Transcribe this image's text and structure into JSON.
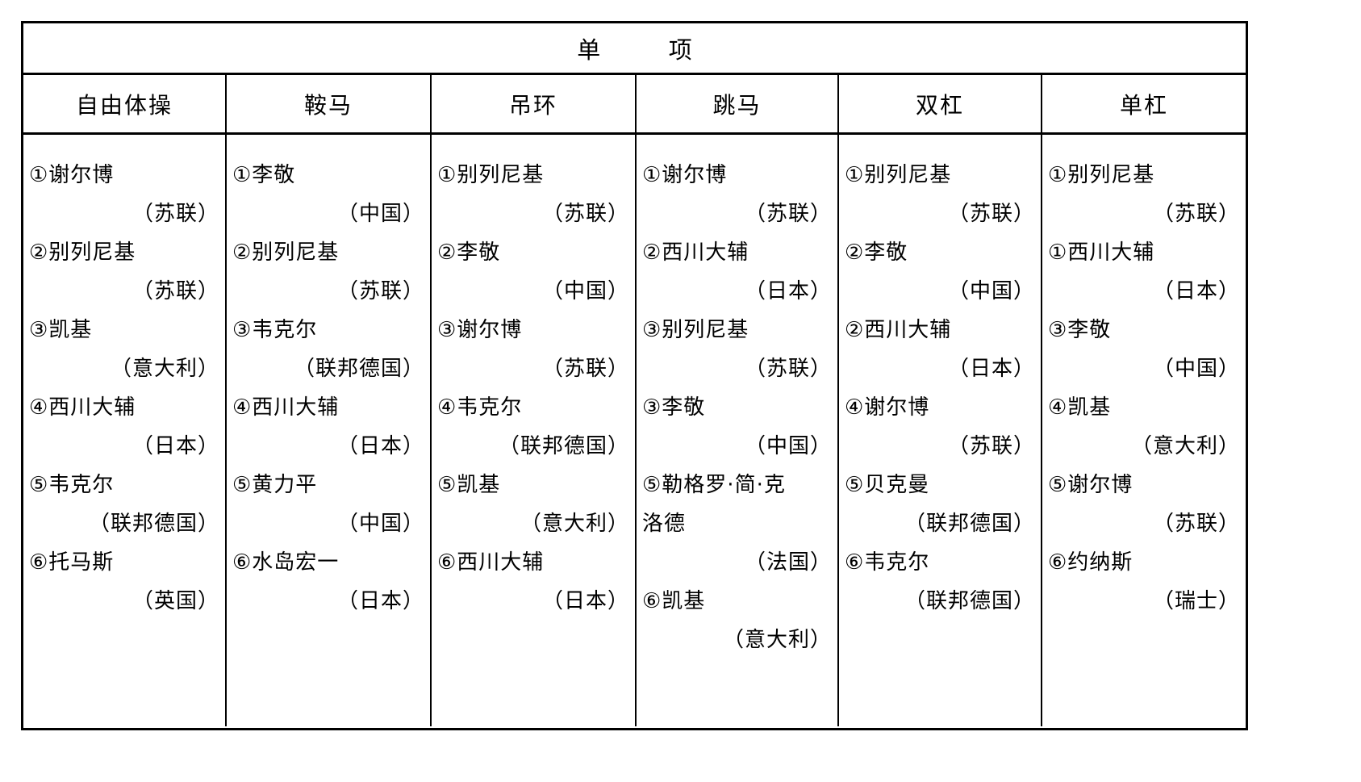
{
  "table": {
    "title": "单  项",
    "columns": [
      {
        "header": "自由体操",
        "entries": [
          {
            "rank": "①",
            "name": "谢尔博",
            "name2": "",
            "country": "（苏联）"
          },
          {
            "rank": "②",
            "name": "别列尼基",
            "name2": "",
            "country": "（苏联）"
          },
          {
            "rank": "③",
            "name": "凯基",
            "name2": "",
            "country": "（意大利）"
          },
          {
            "rank": "④",
            "name": "西川大辅",
            "name2": "",
            "country": "（日本）"
          },
          {
            "rank": "⑤",
            "name": "韦克尔",
            "name2": "",
            "country": "（联邦德国）"
          },
          {
            "rank": "⑥",
            "name": "托马斯",
            "name2": "",
            "country": "（英国）"
          }
        ]
      },
      {
        "header": "鞍马",
        "entries": [
          {
            "rank": "①",
            "name": "李敬",
            "name2": "",
            "country": "（中国）"
          },
          {
            "rank": "②",
            "name": "别列尼基",
            "name2": "",
            "country": "（苏联）"
          },
          {
            "rank": "③",
            "name": "韦克尔",
            "name2": "",
            "country": "（联邦德国）"
          },
          {
            "rank": "④",
            "name": "西川大辅",
            "name2": "",
            "country": "（日本）"
          },
          {
            "rank": "⑤",
            "name": "黄力平",
            "name2": "",
            "country": "（中国）"
          },
          {
            "rank": "⑥",
            "name": "水岛宏一",
            "name2": "",
            "country": "（日本）"
          }
        ]
      },
      {
        "header": "吊环",
        "entries": [
          {
            "rank": "①",
            "name": "别列尼基",
            "name2": "",
            "country": "（苏联）"
          },
          {
            "rank": "②",
            "name": "李敬",
            "name2": "",
            "country": "（中国）"
          },
          {
            "rank": "③",
            "name": "谢尔博",
            "name2": "",
            "country": "（苏联）"
          },
          {
            "rank": "④",
            "name": "韦克尔",
            "name2": "",
            "country": "（联邦德国）"
          },
          {
            "rank": "⑤",
            "name": "凯基",
            "name2": "",
            "country": "（意大利）"
          },
          {
            "rank": "⑥",
            "name": "西川大辅",
            "name2": "",
            "country": "（日本）"
          }
        ]
      },
      {
        "header": "跳马",
        "entries": [
          {
            "rank": "①",
            "name": "谢尔博",
            "name2": "",
            "country": "（苏联）"
          },
          {
            "rank": "②",
            "name": "西川大辅",
            "name2": "",
            "country": "（日本）"
          },
          {
            "rank": "③",
            "name": "别列尼基",
            "name2": "",
            "country": "（苏联）"
          },
          {
            "rank": "③",
            "name": "李敬",
            "name2": "",
            "country": "（中国）"
          },
          {
            "rank": "⑤",
            "name": "勒格罗·简·克",
            "name2": "洛德",
            "country": "（法国）"
          },
          {
            "rank": "⑥",
            "name": "凯基",
            "name2": "",
            "country": "（意大利）"
          }
        ]
      },
      {
        "header": "双杠",
        "entries": [
          {
            "rank": "①",
            "name": "别列尼基",
            "name2": "",
            "country": "（苏联）"
          },
          {
            "rank": "②",
            "name": "李敬",
            "name2": "",
            "country": "（中国）"
          },
          {
            "rank": "②",
            "name": "西川大辅",
            "name2": "",
            "country": "（日本）"
          },
          {
            "rank": "④",
            "name": "谢尔博",
            "name2": "",
            "country": "（苏联）"
          },
          {
            "rank": "⑤",
            "name": "贝克曼",
            "name2": "",
            "country": "（联邦德国）"
          },
          {
            "rank": "⑥",
            "name": "韦克尔",
            "name2": "",
            "country": "（联邦德国）"
          }
        ]
      },
      {
        "header": "单杠",
        "entries": [
          {
            "rank": "①",
            "name": "别列尼基",
            "name2": "",
            "country": "（苏联）"
          },
          {
            "rank": "①",
            "name": "西川大辅",
            "name2": "",
            "country": "（日本）"
          },
          {
            "rank": "③",
            "name": "李敬",
            "name2": "",
            "country": "（中国）"
          },
          {
            "rank": "④",
            "name": "凯基",
            "name2": "",
            "country": "（意大利）"
          },
          {
            "rank": "⑤",
            "name": "谢尔博",
            "name2": "",
            "country": "（苏联）"
          },
          {
            "rank": "⑥",
            "name": "约纳斯",
            "name2": "",
            "country": "（瑞士）"
          }
        ]
      }
    ]
  }
}
